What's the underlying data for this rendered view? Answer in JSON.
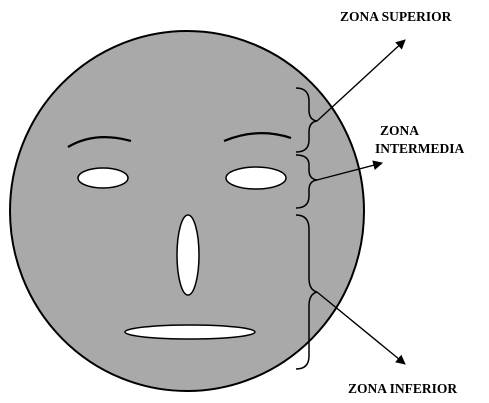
{
  "diagram": {
    "labels": {
      "superior": "ZONA SUPERIOR",
      "intermedia_line1": "ZONA",
      "intermedia_line2": "INTERMEDIA",
      "inferior": "ZONA INFERIOR"
    },
    "colors": {
      "face_fill": "#a9a9a9",
      "feature_fill": "#ffffff",
      "stroke": "#000000",
      "background": "#ffffff"
    }
  }
}
